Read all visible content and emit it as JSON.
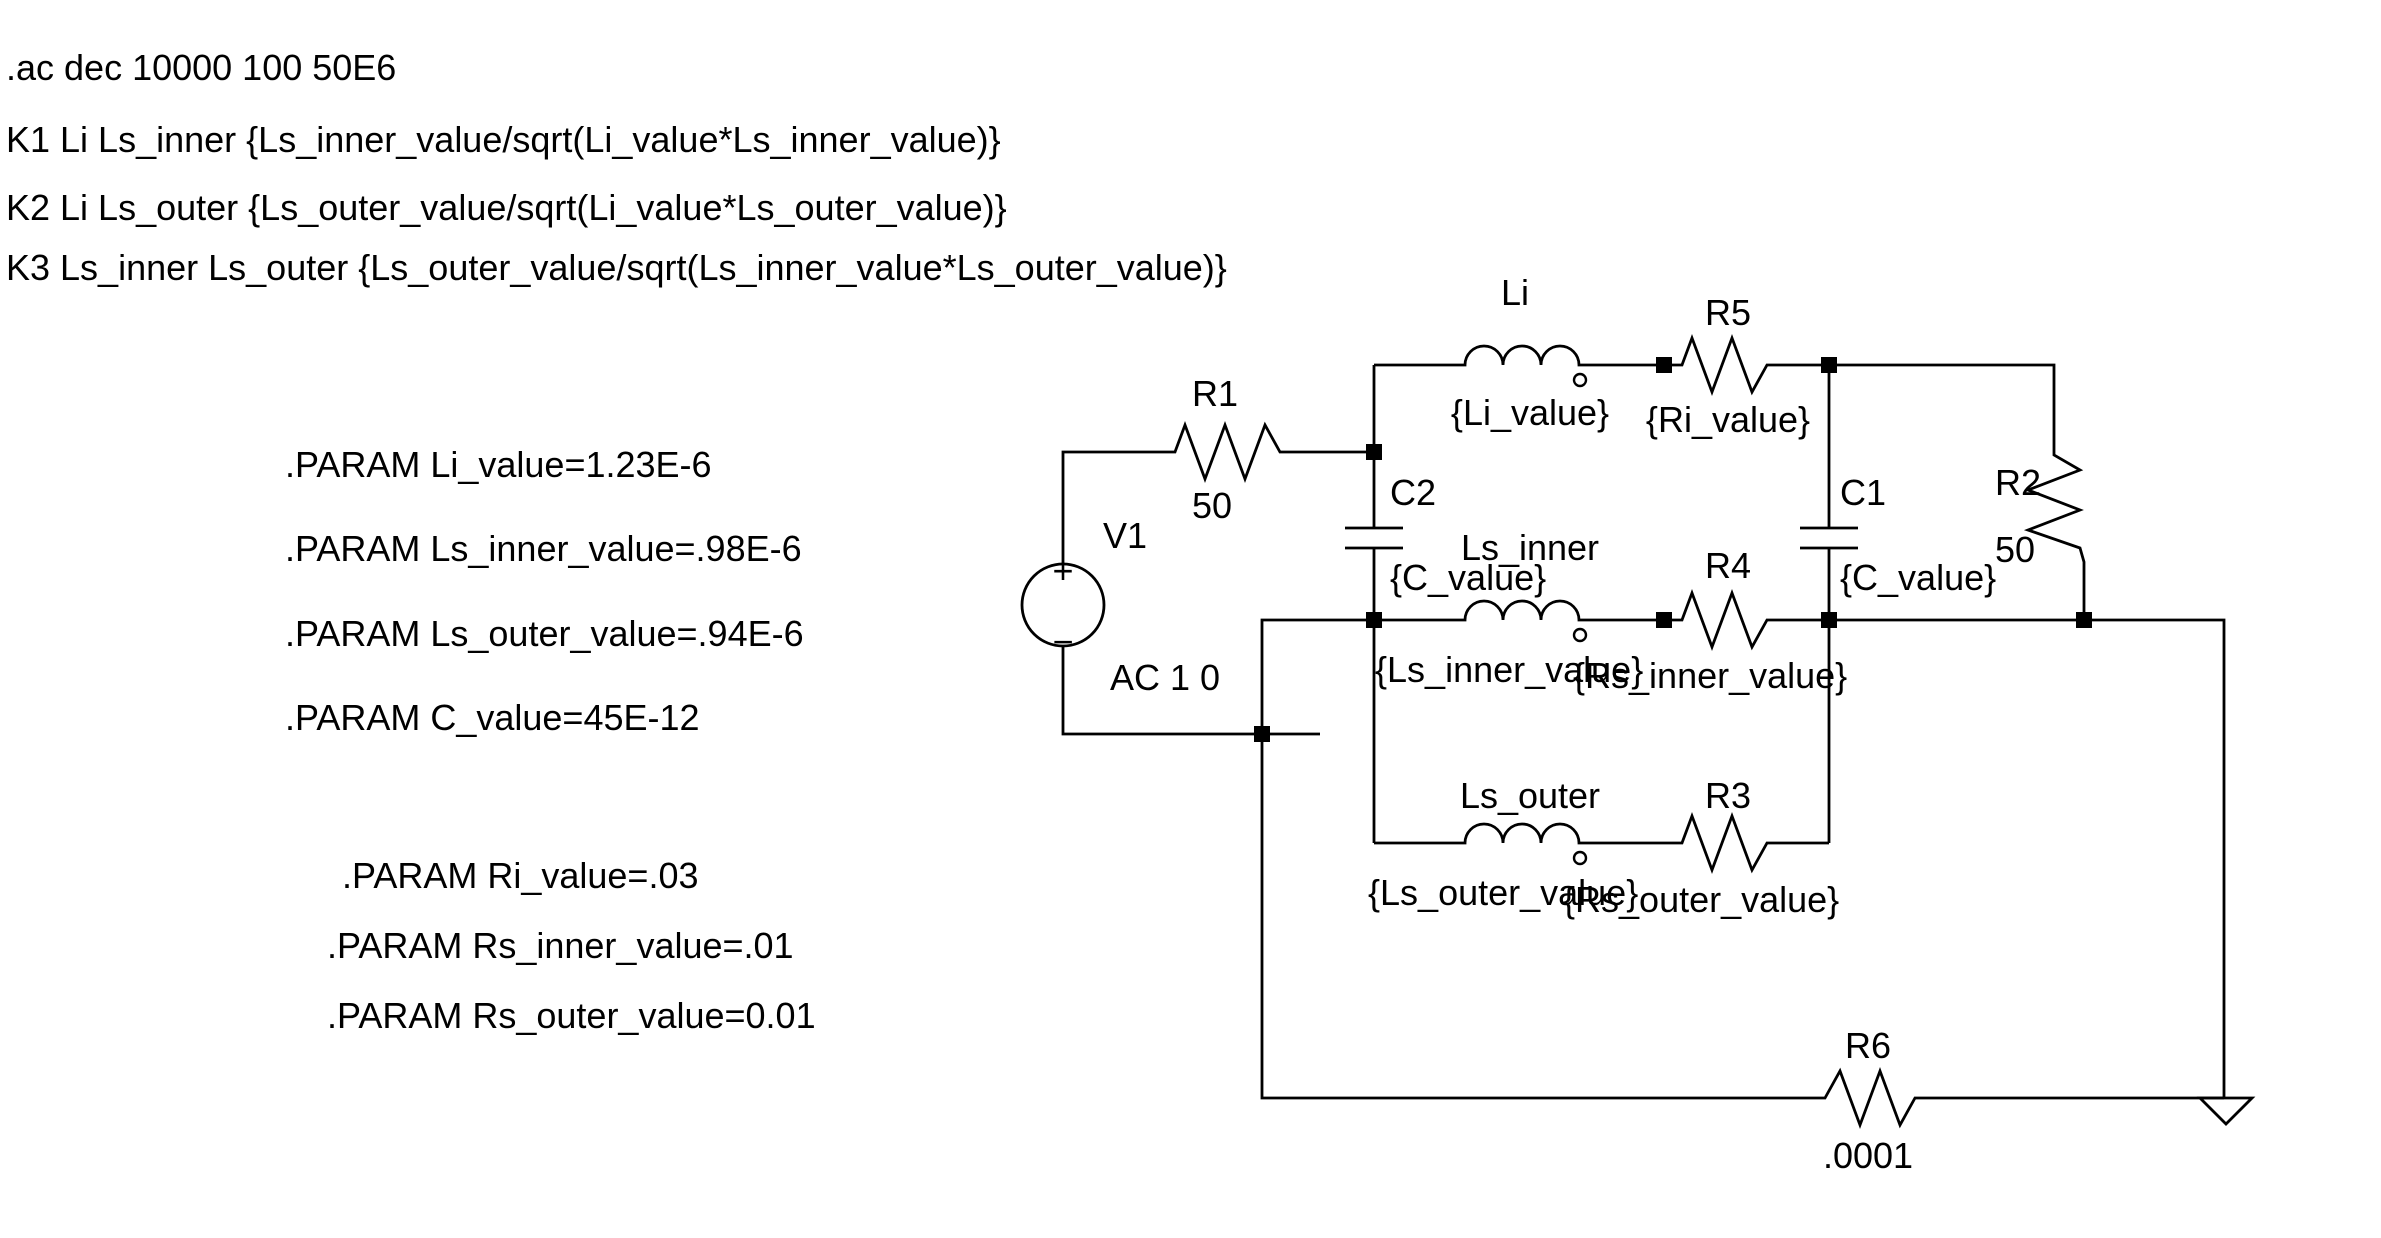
{
  "directives": {
    "ac": ".ac dec 10000 100 50E6",
    "k1": "K1 Li Ls_inner {Ls_inner_value/sqrt(Li_value*Ls_inner_value)}",
    "k2": "K2 Li Ls_outer {Ls_outer_value/sqrt(Li_value*Ls_outer_value)}",
    "k3": "K3 Ls_inner Ls_outer {Ls_outer_value/sqrt(Ls_inner_value*Ls_outer_value)}"
  },
  "params": [
    ".PARAM Li_value=1.23E-6",
    ".PARAM Ls_inner_value=.98E-6",
    ".PARAM Ls_outer_value=.94E-6",
    ".PARAM C_value=45E-12",
    ".PARAM Ri_value=.03",
    ".PARAM Rs_inner_value=.01",
    ".PARAM Rs_outer_value=0.01"
  ],
  "components": {
    "v1": {
      "name": "V1",
      "value": "AC 1 0",
      "plus": "+",
      "minus": "−"
    },
    "r1": {
      "name": "R1",
      "value": "50"
    },
    "r2": {
      "name": "R2",
      "value": "50"
    },
    "r3": {
      "name": "R3",
      "value": "{Rs_outer_value}"
    },
    "r4": {
      "name": "R4",
      "value": "{Rs_inner_value}"
    },
    "r5": {
      "name": "R5",
      "value": "{Ri_value}"
    },
    "r6": {
      "name": "R6",
      "value": ".0001"
    },
    "c1": {
      "name": "C1",
      "value": "{C_value}"
    },
    "c2": {
      "name": "C2",
      "value": "{C_value}"
    },
    "li": {
      "name": "Li",
      "value": "{Li_value}"
    },
    "ls_inner": {
      "name": "Ls_inner",
      "value": "{Ls_inner_value}"
    },
    "ls_outer": {
      "name": "Ls_outer",
      "value": "{Ls_outer_value}"
    }
  }
}
